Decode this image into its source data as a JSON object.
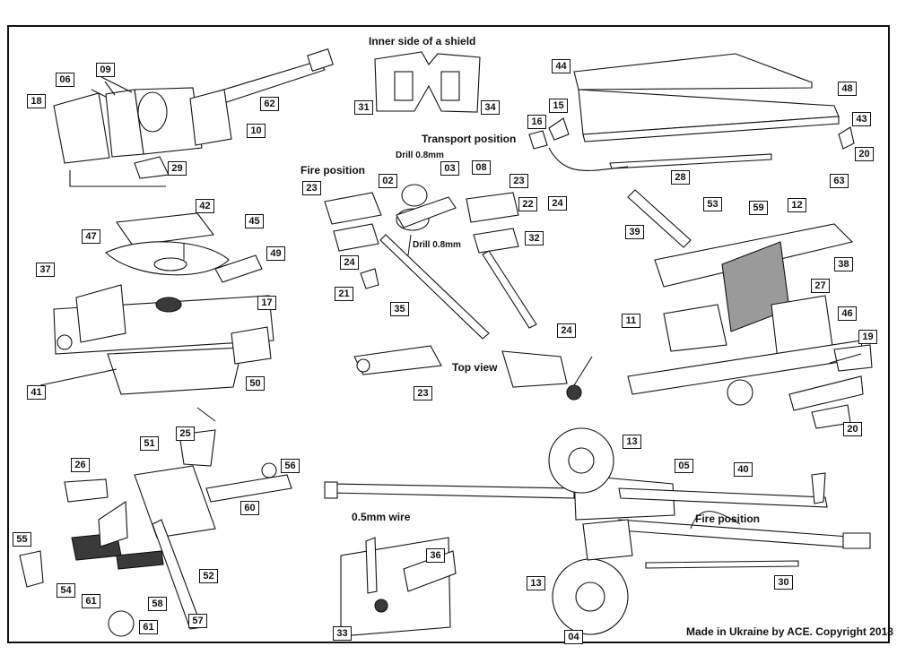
{
  "captions": {
    "inner_shield": "Inner side of a shield",
    "transport": "Transport position",
    "fire": "Fire position",
    "top_view": "Top view",
    "wire": "0.5mm wire",
    "fire_main": "Fire position"
  },
  "notes": {
    "drill_a": "Drill 0.8mm",
    "drill_b": "Drill 0.8mm"
  },
  "footer": "Made in Ukraine by ACE. Copyright 2018",
  "parts": {
    "p01": "18",
    "p02": "06",
    "p03": "09",
    "p04": "62",
    "p05": "10",
    "p06": "29",
    "p07": "31",
    "p08": "34",
    "p09": "44",
    "p10": "48",
    "p11": "15",
    "p12": "16",
    "p13": "43",
    "p14": "20",
    "p15": "28",
    "p16": "23",
    "p17": "02",
    "p18": "03",
    "p19": "08",
    "p20": "23",
    "p21": "22",
    "p22": "24",
    "p23": "32",
    "p24": "24",
    "p25": "21",
    "p26": "35",
    "p27": "24",
    "p28": "23",
    "p29": "42",
    "p30": "47",
    "p31": "45",
    "p32": "49",
    "p33": "37",
    "p34": "17",
    "p35": "41",
    "p36": "50",
    "p37": "53",
    "p38": "59",
    "p39": "12",
    "p40": "63",
    "p41": "39",
    "p42": "38",
    "p43": "27",
    "p44": "11",
    "p45": "46",
    "p46": "19",
    "p47": "20",
    "p48": "51",
    "p49": "25",
    "p50": "26",
    "p51": "56",
    "p52": "60",
    "p53": "55",
    "p54": "52",
    "p55": "54",
    "p56": "61",
    "p57": "58",
    "p58": "61",
    "p59": "57",
    "p60": "13",
    "p61": "05",
    "p62": "40",
    "p63": "36",
    "p64": "33",
    "p65": "13",
    "p66": "30",
    "p67": "04"
  },
  "colors": {
    "ink": "#111111",
    "fill": "#ffffff",
    "shade": "#9a9a9a",
    "dark": "#3a3a3a"
  }
}
